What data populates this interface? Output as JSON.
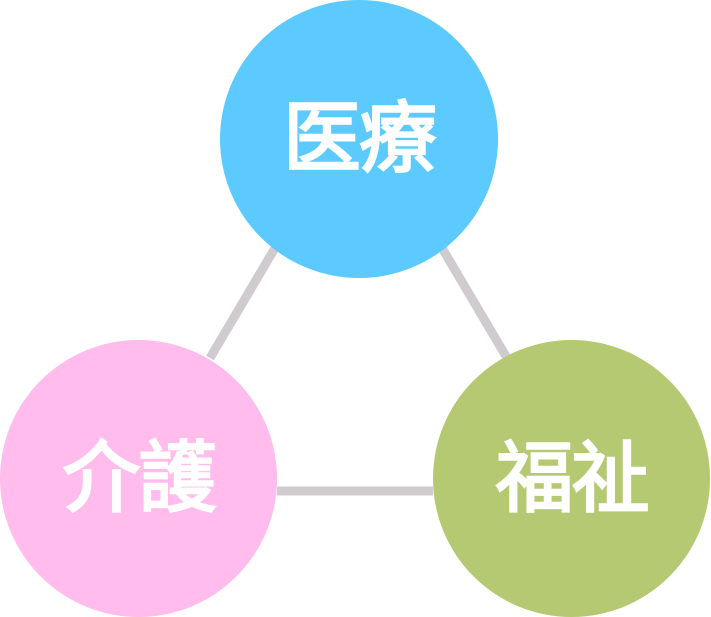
{
  "diagram": {
    "nodes": [
      {
        "id": "top",
        "label": "医療",
        "color": "#5ccaff"
      },
      {
        "id": "left",
        "label": "介護",
        "color": "#ffbcec"
      },
      {
        "id": "right",
        "label": "福祉",
        "color": "#b4c972"
      }
    ],
    "edges": [
      {
        "from": "top",
        "to": "left"
      },
      {
        "from": "top",
        "to": "right"
      },
      {
        "from": "left",
        "to": "right"
      }
    ],
    "edge_color": "#cfcbcf",
    "label_color": "#ffffff"
  }
}
